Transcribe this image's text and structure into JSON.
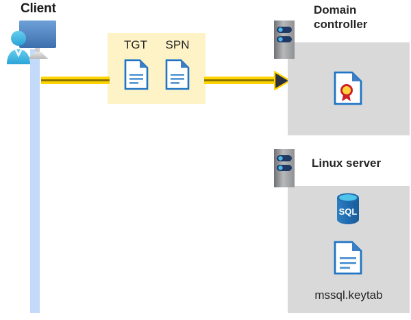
{
  "diagram": {
    "title": "Kerberos authentication flow: client obtains TGT/SPN from domain controller for Linux SQL server",
    "background": "#ffffff"
  },
  "client": {
    "label": "Client",
    "icon": "user-monitor-icon",
    "lifeline_color": "#c3dafa",
    "monitor_color": "#4a7ebb",
    "person_color": "#45b3e0"
  },
  "flow": {
    "band_color": "#fdf3c6",
    "line_color": "#ffd400",
    "line_core_color": "#8a7400",
    "arrow_fill": "#2b3141",
    "tokens": [
      {
        "label": "TGT",
        "icon": "document-icon"
      },
      {
        "label": "SPN",
        "icon": "document-icon"
      }
    ]
  },
  "panels": [
    {
      "id": "domain-controller",
      "title": "Domain controller",
      "title_lines": [
        "Domain",
        "controller"
      ],
      "panel_color": "#d9d9d9",
      "server_icon": "server-rack-icon",
      "items": [
        {
          "icon": "certificate-icon",
          "label": ""
        }
      ]
    },
    {
      "id": "linux-server",
      "title": "Linux server",
      "title_lines": [
        "Linux server"
      ],
      "panel_color": "#d9d9d9",
      "server_icon": "server-rack-icon",
      "items": [
        {
          "icon": "sql-database-icon",
          "label": "SQL"
        },
        {
          "icon": "document-icon",
          "label": "mssql.keytab"
        }
      ]
    }
  ],
  "colors": {
    "accent_blue": "#1f74c4",
    "doc_fold": "#3e7ec4",
    "server_body": "#9fa1a3",
    "server_pill": "#1f3864",
    "server_dot": "#4cb8e8",
    "seal_gold": "#ffd43b",
    "seal_red": "#cc2127",
    "sql_blue": "#1f6bb0",
    "sql_top": "#4fc3ea",
    "text_dark": "#262626"
  }
}
